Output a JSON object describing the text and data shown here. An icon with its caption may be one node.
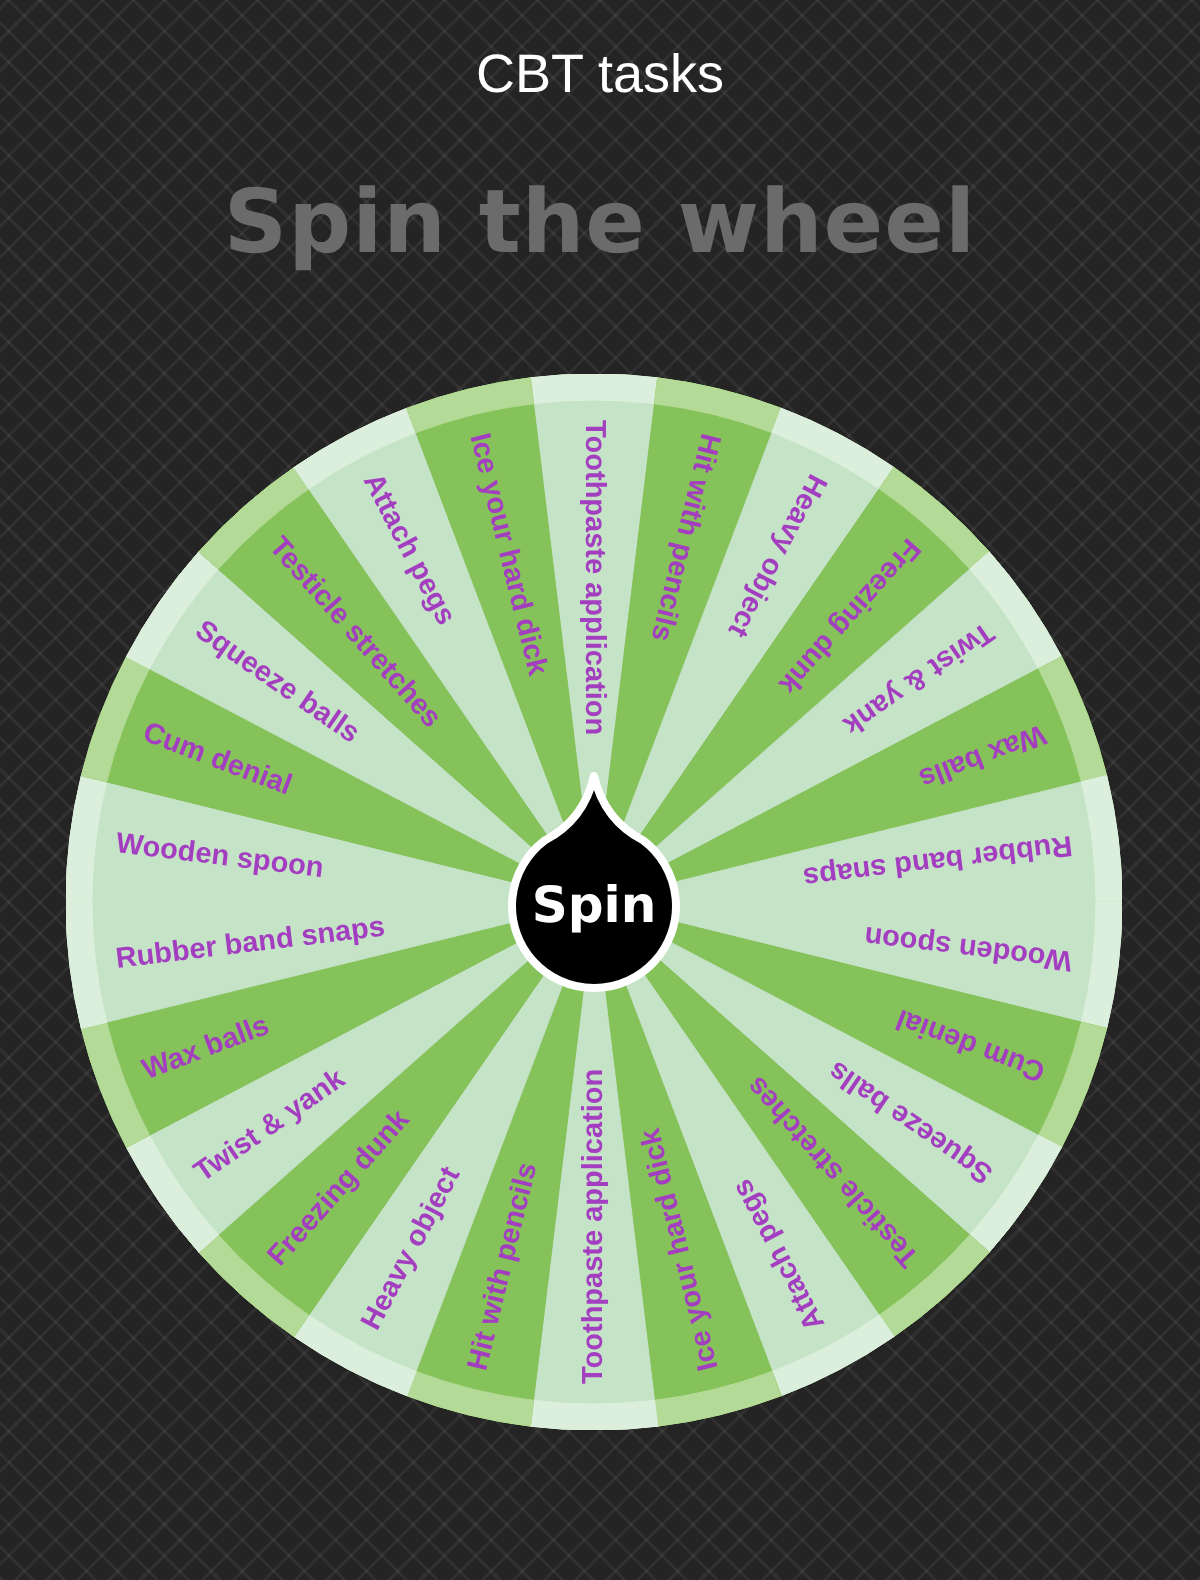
{
  "diagram": {
    "title": "CBT tasks",
    "nodes": [
      {
        "text": [
          "Toothpaste application"
        ]
      },
      {
        "text": [
          "Hit with pencils"
        ]
      },
      {
        "text": [
          "Heavy object"
        ]
      },
      {
        "text": [
          "Freezing dunk"
        ]
      },
      {
        "text": [
          "Twist & yank"
        ]
      },
      {
        "text": [
          "Wax balls"
        ]
      },
      {
        "text": [
          "Rubber band snaps"
        ]
      },
      {
        "text": [
          "Wooden spoon"
        ]
      },
      {
        "text": [
          "Cum denial"
        ]
      },
      {
        "text": [
          "Squeeze balls"
        ]
      },
      {
        "text": [
          "Testicle stretches"
        ]
      },
      {
        "text": [
          "Attach pegs"
        ]
      },
      {
        "text": [
          "Ice your hard dick"
        ]
      },
      {
        "text": [
          "Toothpaste application"
        ]
      },
      {
        "text": [
          "Hit with pencils"
        ]
      },
      {
        "text": [
          "Heavy object"
        ]
      },
      {
        "text": [
          "Freezing dunk"
        ]
      },
      {
        "text": [
          "Twist & yank"
        ]
      },
      {
        "text": [
          "Wax balls"
        ]
      },
      {
        "text": [
          "Rubber band snaps"
        ]
      },
      {
        "text": [
          "Wooden spoon"
        ]
      },
      {
        "text": [
          "Cum denial"
        ]
      },
      {
        "text": [
          "Squeeze balls"
        ]
      },
      {
        "text": [
          "Testicle stretches"
        ]
      },
      {
        "text": [
          "Attach pegs"
        ]
      },
      {
        "text": [
          "Ice your hard dick"
        ]
      },
      {
        "text": [
          "Spin"
        ]
      }
    ],
    "labels": [
      "Spin the wheel"
    ]
  }
}
